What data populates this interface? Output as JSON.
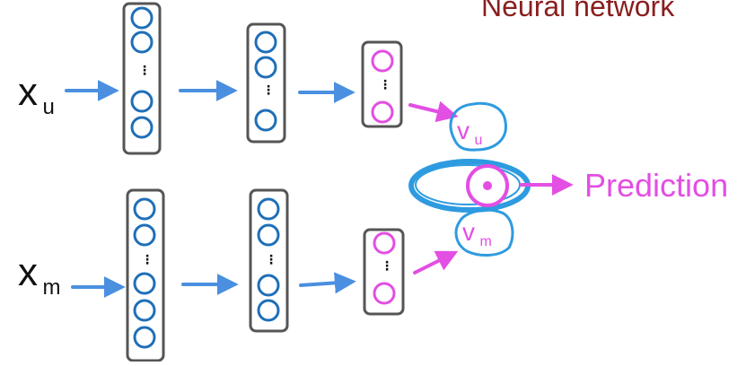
{
  "title": "Neural network",
  "inputs": {
    "user": {
      "main": "x",
      "sub": "u"
    },
    "movie": {
      "main": "x",
      "sub": "m"
    }
  },
  "vectors": {
    "user": {
      "main": "v",
      "sub": "u"
    },
    "movie": {
      "main": "v",
      "sub": "m"
    }
  },
  "output": {
    "label": "Prediction"
  },
  "ellipsis_glyph": "⋮",
  "colors": {
    "title": "#8b1e1e",
    "text": "#111111",
    "box_border": "#555555",
    "hidden_neuron": "#1f6fb8",
    "output_neuron": "#e34ee3",
    "arrow_blue": "#4a8fe0",
    "arrow_pink": "#e34ee3",
    "highlight_blue": "#2e9be0",
    "prediction_text": "#e34ee3"
  },
  "network": {
    "user_layers": [
      {
        "visible_neurons": 4,
        "has_ellipsis": true
      },
      {
        "visible_neurons": 3,
        "has_ellipsis": true
      },
      {
        "visible_neurons": 2,
        "has_ellipsis": true
      }
    ],
    "movie_layers": [
      {
        "visible_neurons": 5,
        "has_ellipsis": true
      },
      {
        "visible_neurons": 4,
        "has_ellipsis": true
      },
      {
        "visible_neurons": 2,
        "has_ellipsis": true
      }
    ]
  }
}
